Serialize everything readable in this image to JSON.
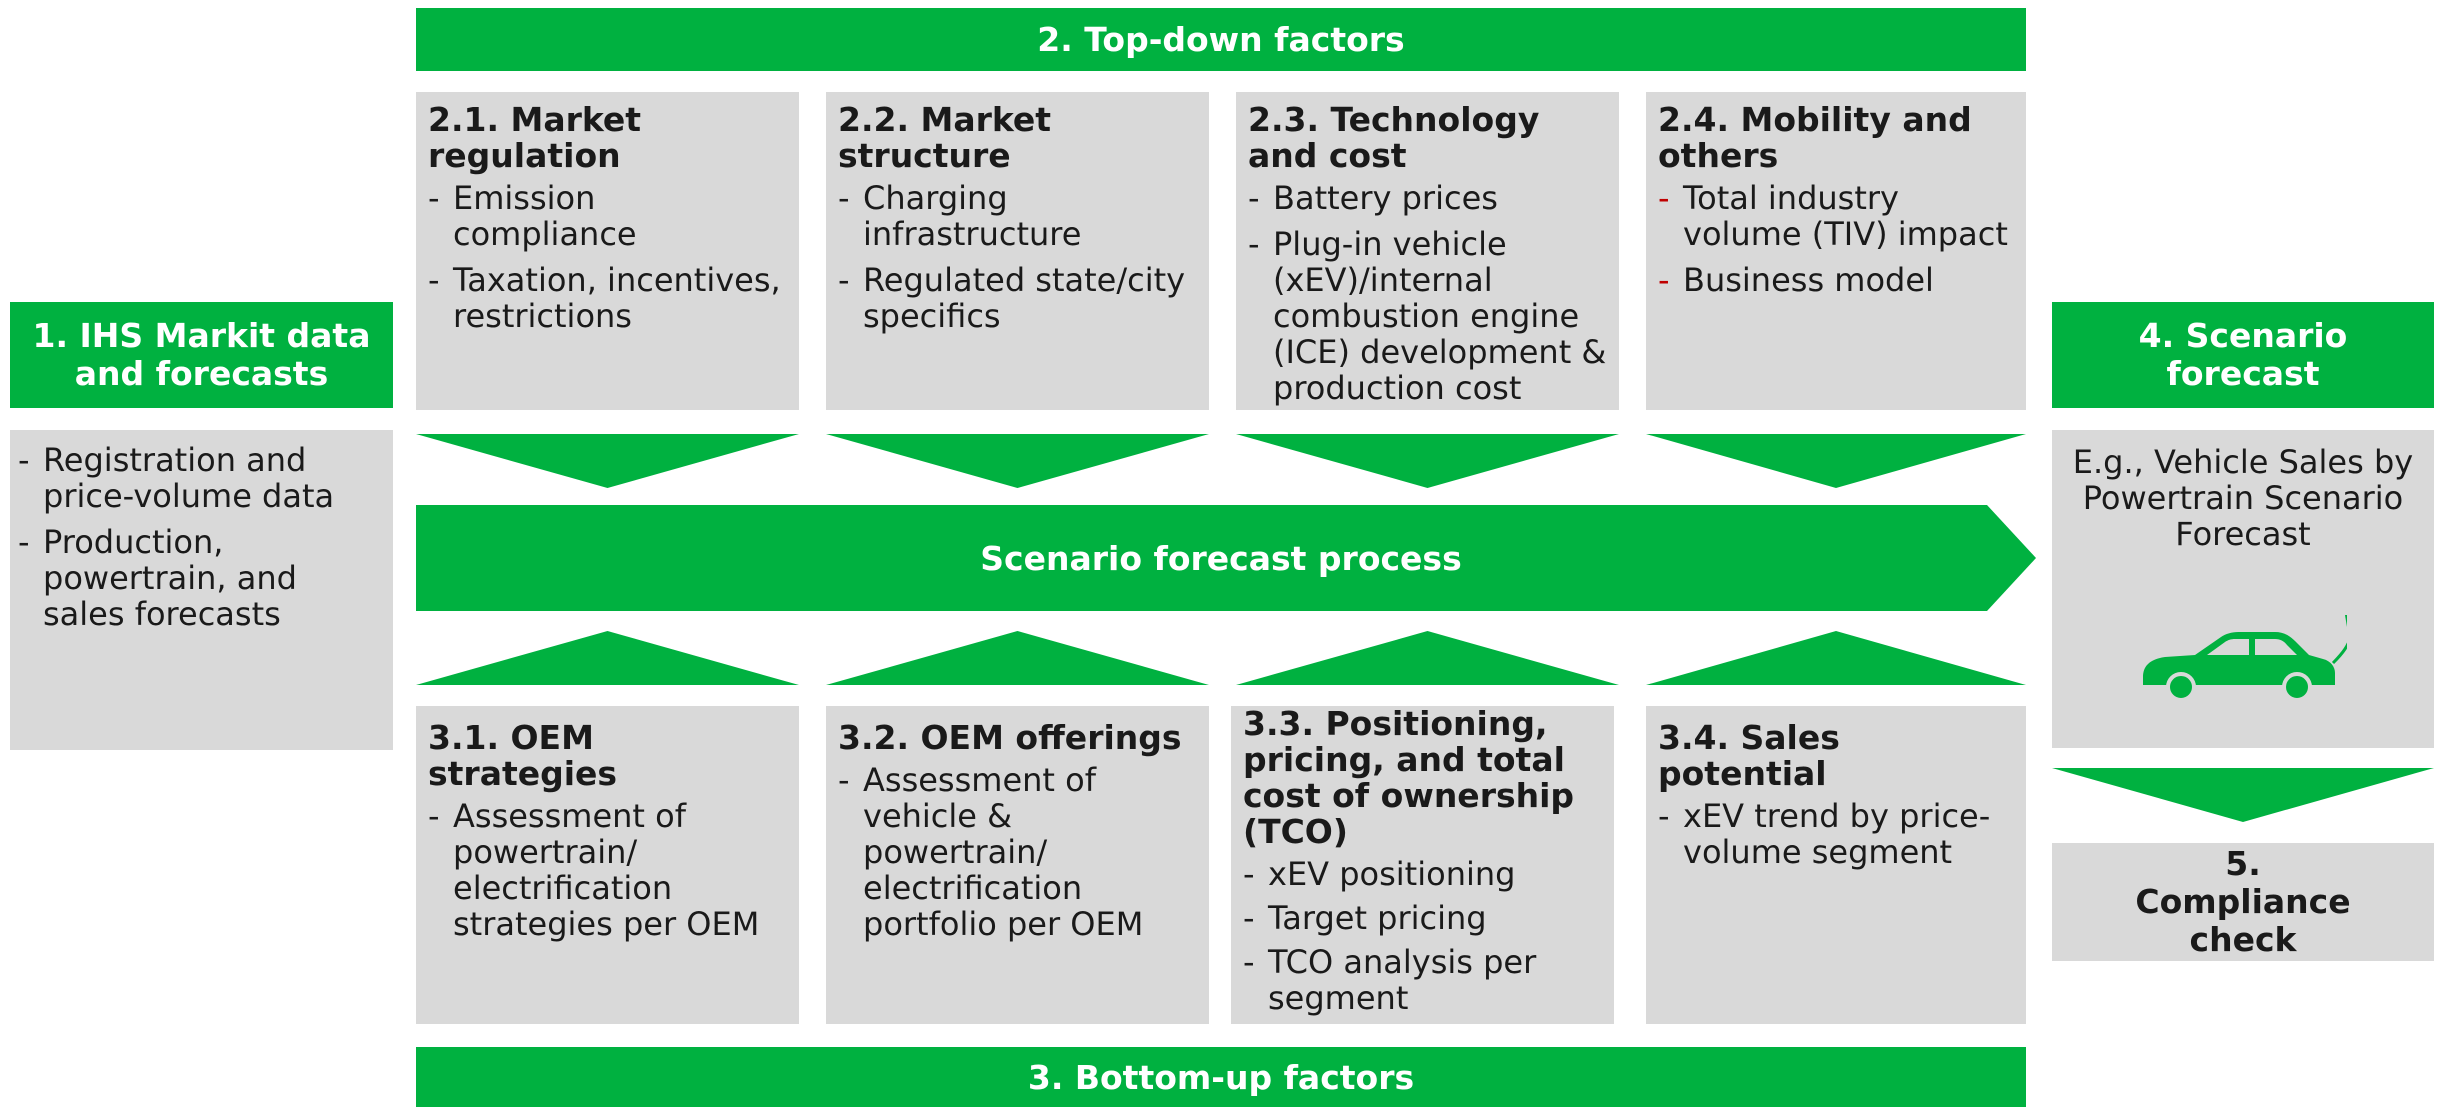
{
  "top_factors": {
    "header": "2. Top-down factors",
    "items": [
      {
        "title": "2.1. Market regulation",
        "bullets": [
          "Emission compliance",
          "Taxation, incentives, restrictions"
        ]
      },
      {
        "title": "2.2. Market structure",
        "bullets": [
          "Charging infrastructure",
          "Regulated state/city specifics"
        ]
      },
      {
        "title": "2.3. Technology and cost",
        "bullets": [
          "Battery prices",
          "Plug-in vehicle (xEV)/internal combustion engine (ICE) development & production cost"
        ]
      },
      {
        "title": "2.4. Mobility and others",
        "bullets": [
          "Total industry volume (TIV) impact",
          "Business model"
        ]
      }
    ]
  },
  "bottom_factors": {
    "header": "3. Bottom-up factors",
    "items": [
      {
        "title": "3.1. OEM strategies",
        "bullets": [
          "Assessment of powertrain/ electrification strategies per OEM"
        ]
      },
      {
        "title": "3.2. OEM offerings",
        "bullets": [
          "Assessment of vehicle & powertrain/ electrification portfolio per OEM"
        ]
      },
      {
        "title": "3.3. Positioning, pricing, and total cost of ownership (TCO)",
        "bullets": [
          "xEV positioning",
          "Target pricing",
          "TCO analysis per segment"
        ]
      },
      {
        "title": "3.4. Sales potential",
        "bullets": [
          "xEV trend by price-volume segment"
        ]
      }
    ]
  },
  "ihs": {
    "header": "1. IHS Markit data and forecasts",
    "bullets": [
      "Registration and price-volume data",
      "Production, powertrain, and sales forecasts"
    ]
  },
  "process": {
    "label": "Scenario forecast process"
  },
  "scenario": {
    "header": "4. Scenario forecast",
    "text": "E.g., Vehicle Sales by Powertrain Scenario Forecast",
    "icon": "ev-car-charging-icon"
  },
  "compliance": {
    "label": "5. Compliance check"
  },
  "colors": {
    "green": "#00b140",
    "gray": "#d9d9d9",
    "red_dash": "#c00000"
  }
}
